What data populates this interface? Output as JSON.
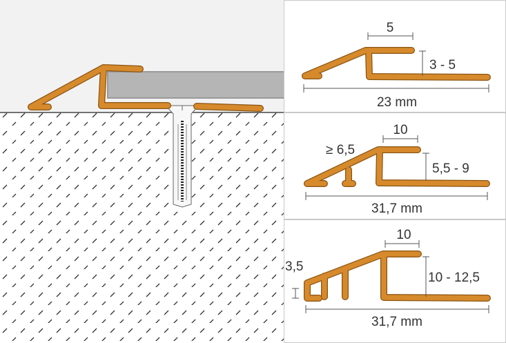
{
  "colors": {
    "profile": "#d68a2c",
    "profile_edge": "#8a5412",
    "tile": "#b5b5b5",
    "wall": "#f2f2f2",
    "panel_border": "#c8c8c8"
  },
  "panels": [
    {
      "width_label": "5",
      "height_label": "3 - 5",
      "length_label": "23 mm"
    },
    {
      "width_label": "10",
      "ramp_label": "≥ 6,5",
      "height_label": "5,5 - 9",
      "length_label": "31,7 mm"
    },
    {
      "width_label": "10",
      "foot_label": "3,5",
      "height_label": "10 - 12,5",
      "length_label": "31,7 mm"
    }
  ]
}
